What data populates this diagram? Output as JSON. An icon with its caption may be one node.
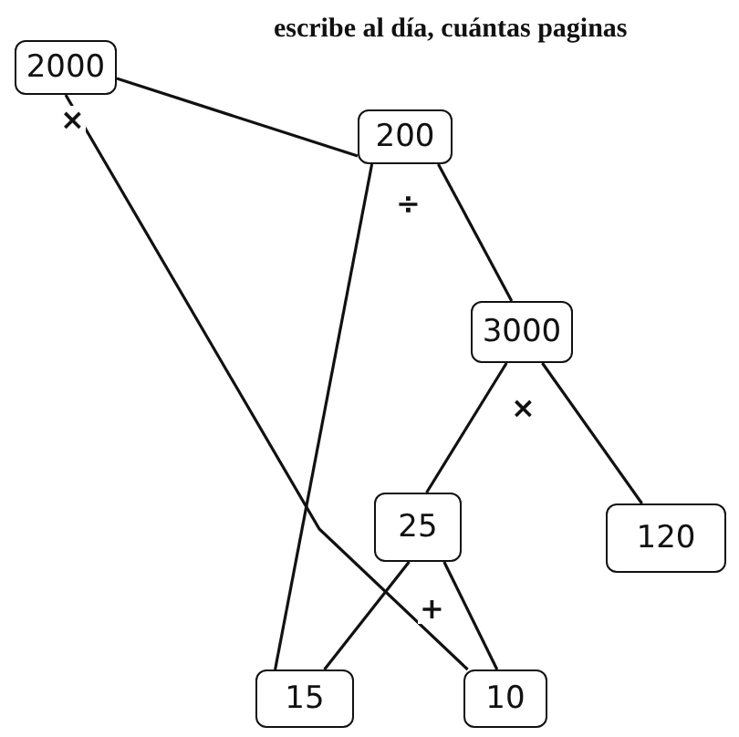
{
  "diagram": {
    "nodes": [
      {
        "text": [
          "2000"
        ]
      },
      {
        "text": [
          "200"
        ]
      },
      {
        "text": [
          "3000"
        ]
      },
      {
        "text": [
          "25"
        ]
      },
      {
        "text": [
          "120"
        ]
      },
      {
        "text": [
          "15"
        ]
      },
      {
        "text": [
          "10"
        ]
      }
    ],
    "edges": [
      {
        "from": 0,
        "to": 1,
        "arrow": "none"
      },
      {
        "from": 0,
        "to": 6,
        "arrow": "none",
        "label": "×"
      },
      {
        "from": 1,
        "to": 5,
        "arrow": "none"
      },
      {
        "from": 1,
        "to": 2,
        "arrow": "none",
        "label": "÷"
      },
      {
        "from": 2,
        "to": 3,
        "arrow": "none",
        "label": "×"
      },
      {
        "from": 2,
        "to": 4,
        "arrow": "none"
      },
      {
        "from": 3,
        "to": 5,
        "arrow": "none",
        "label": "+"
      },
      {
        "from": 3,
        "to": 6,
        "arrow": "none"
      }
    ],
    "labels": [
      "escribe al día, cuántas paginas"
    ]
  }
}
